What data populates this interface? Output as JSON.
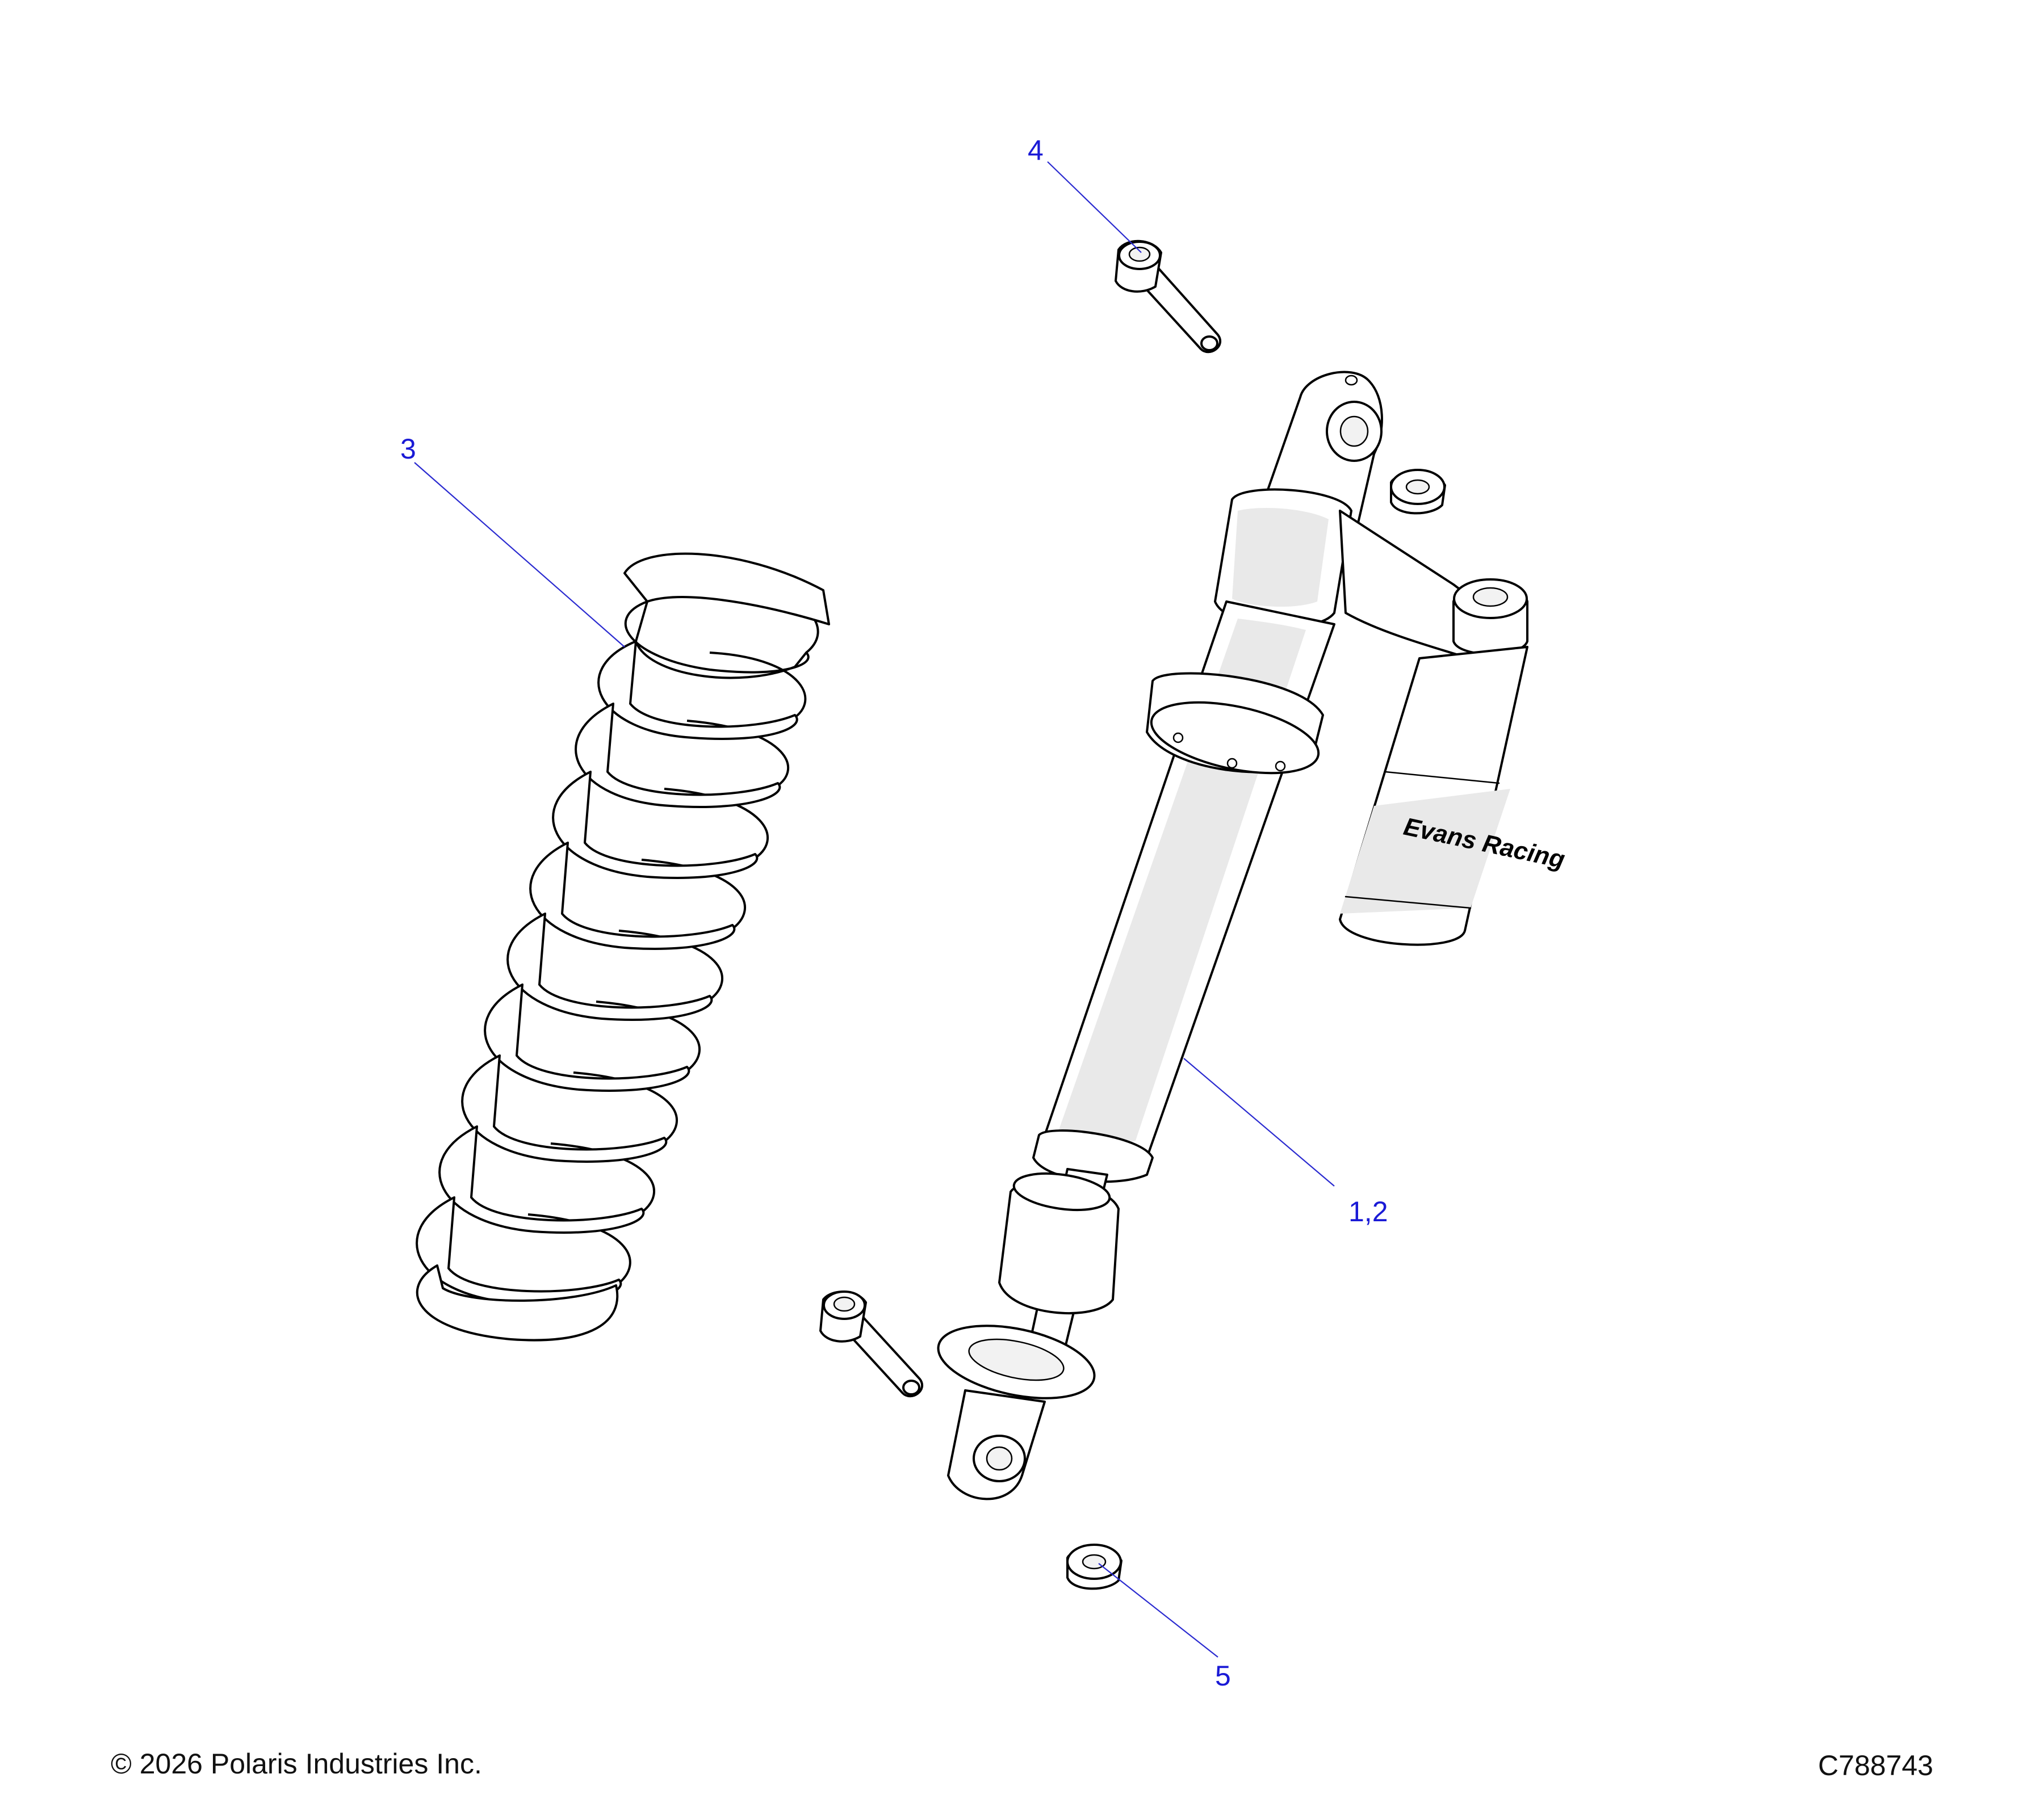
{
  "diagram": {
    "callouts": [
      {
        "id": "c4",
        "label": "4"
      },
      {
        "id": "c3",
        "label": "3"
      },
      {
        "id": "c12",
        "label": "1,2"
      },
      {
        "id": "c5",
        "label": "5"
      }
    ],
    "logo_text": "Evans Racing",
    "footer": {
      "copyright": "© 2026 Polaris Industries Inc.",
      "figure_id": "C788743"
    }
  }
}
